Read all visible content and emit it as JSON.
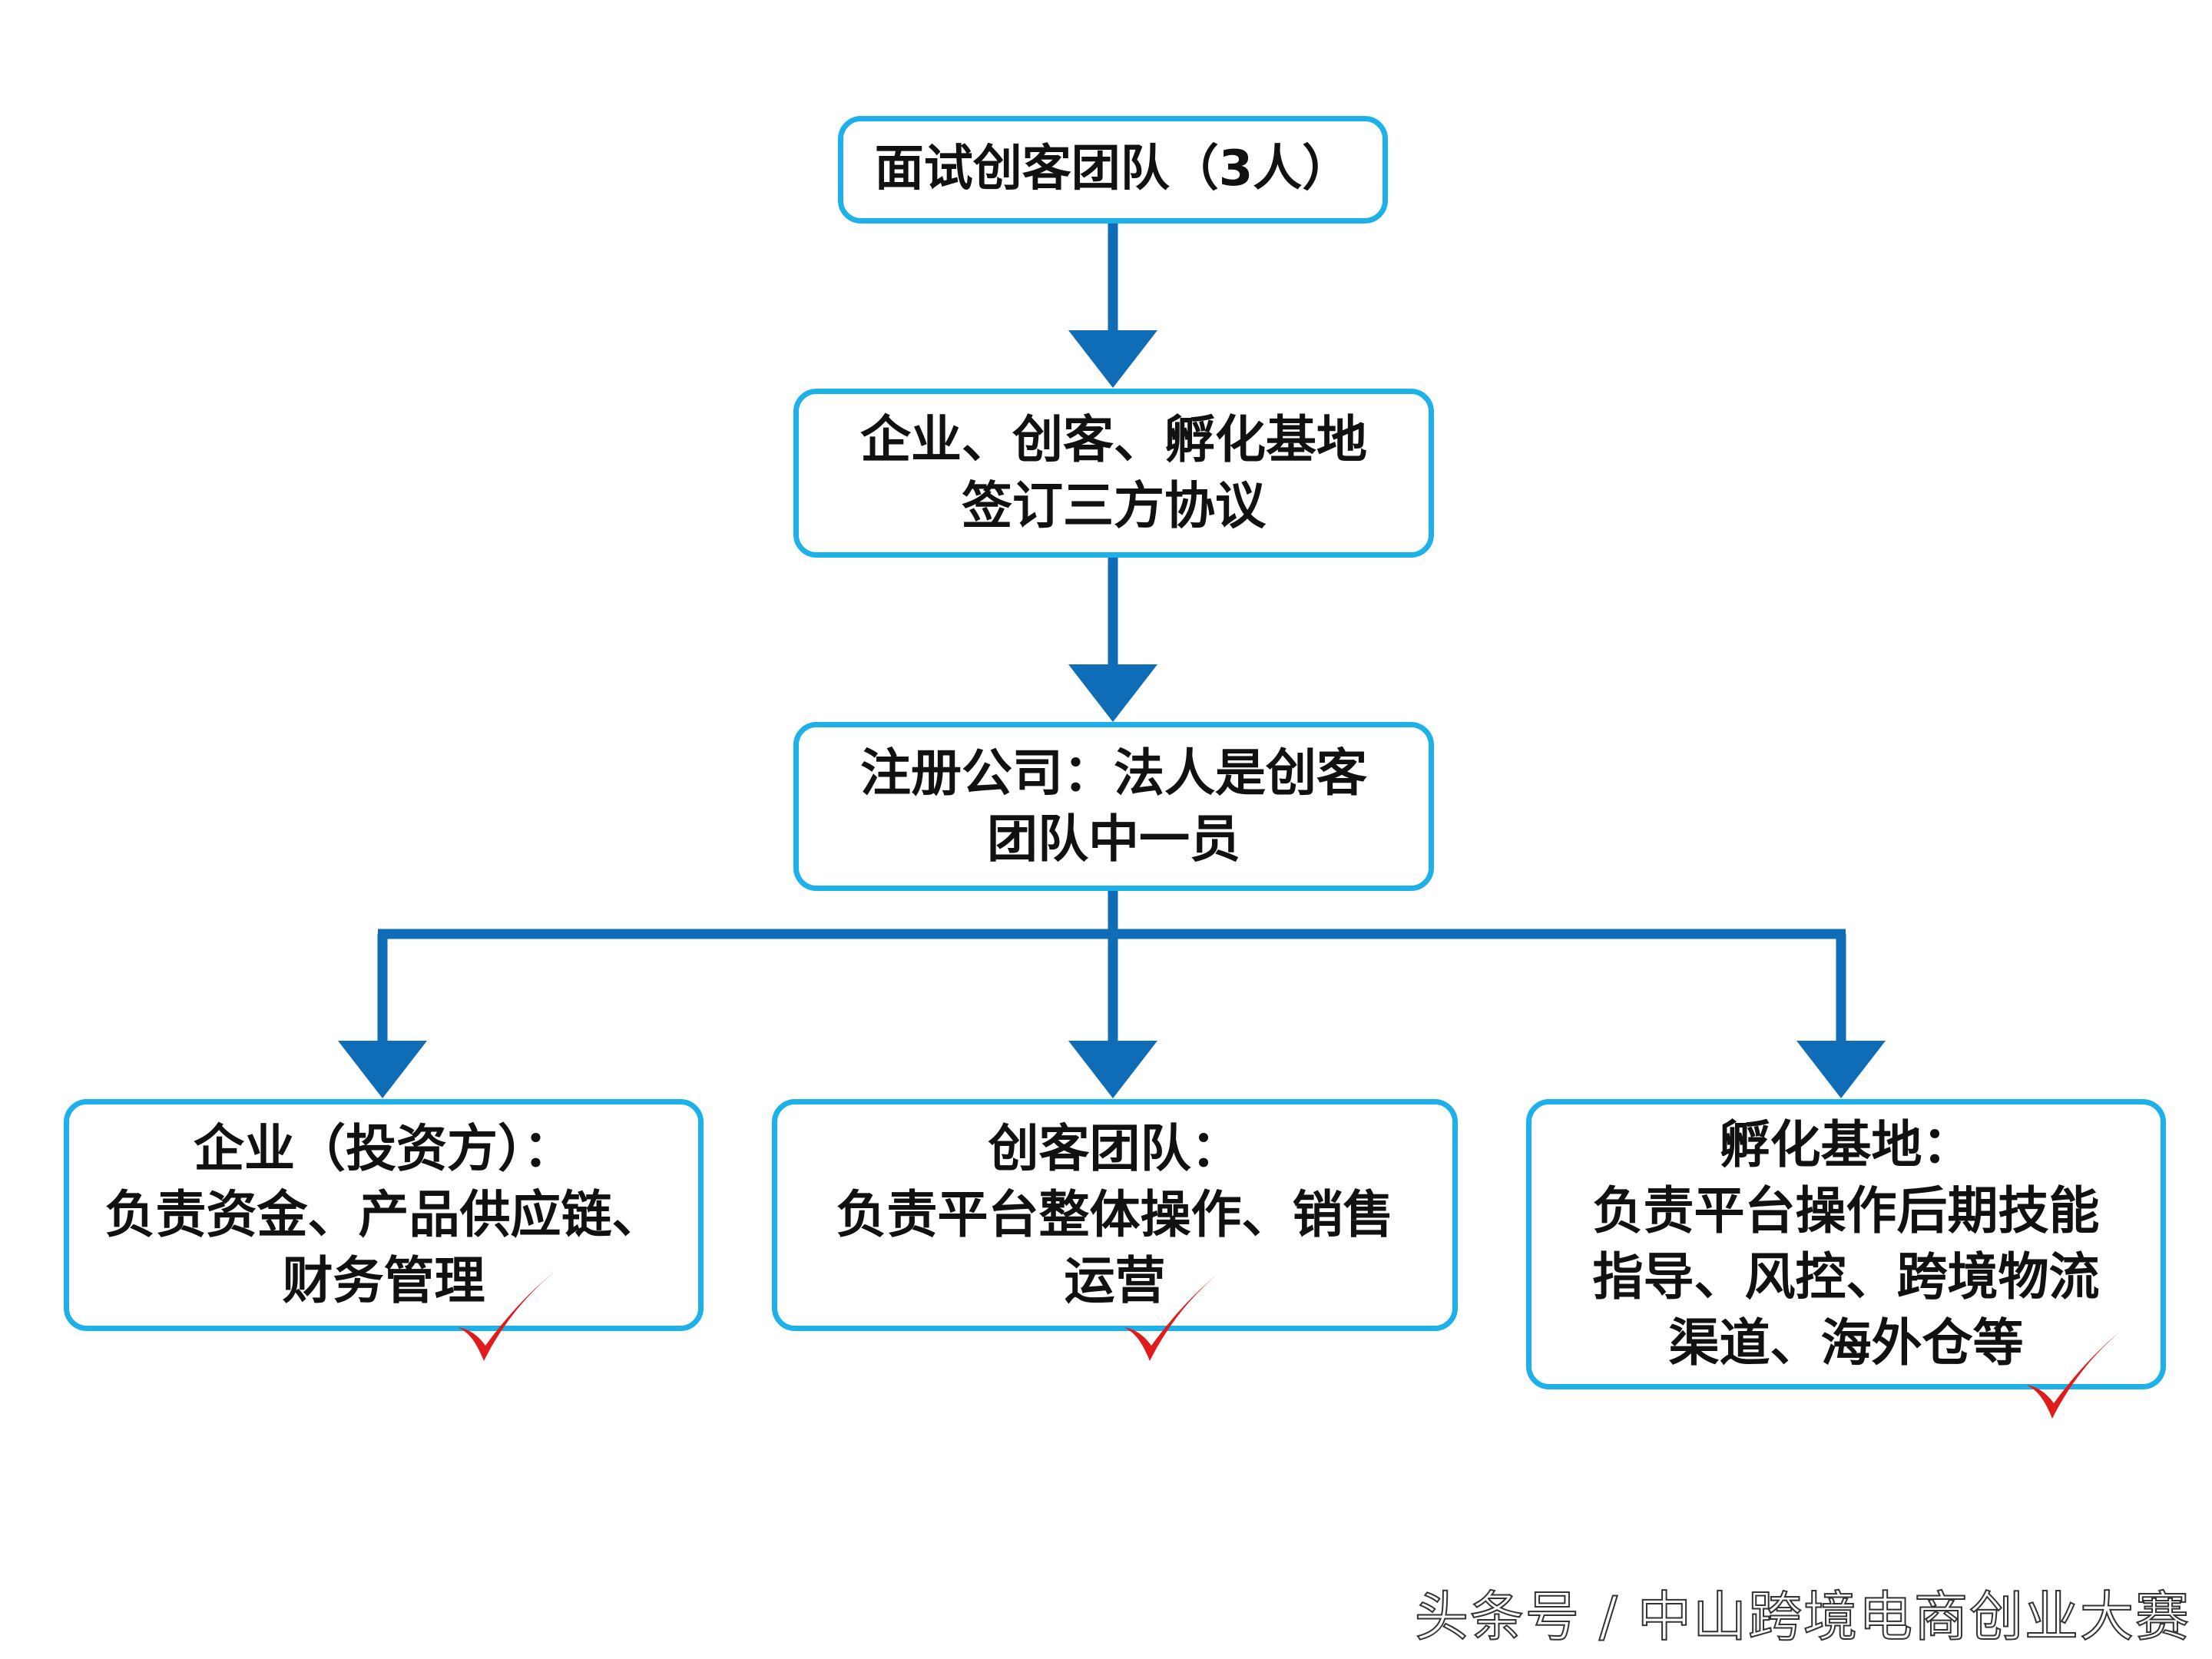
{
  "colors": {
    "node_border": "#1eb0e8",
    "connector": "#0f6db8",
    "check_mark": "#e01b1b",
    "text": "#111111"
  },
  "nodes": [
    {
      "id": "interview",
      "lines": [
        "面试创客团队（3人）"
      ]
    },
    {
      "id": "agreement",
      "lines": [
        "企业、创客、孵化基地",
        "签订三方协议"
      ]
    },
    {
      "id": "register",
      "lines": [
        "注册公司：法人是创客",
        "团队中一员"
      ]
    },
    {
      "id": "enterprise",
      "lines": [
        "企业（投资方）：",
        "负责资金、产品供应链、",
        "财务管理"
      ],
      "checked": true
    },
    {
      "id": "maker-team",
      "lines": [
        "创客团队：",
        "负责平台整体操作、销售",
        "运营"
      ],
      "checked": true
    },
    {
      "id": "incubator",
      "lines": [
        "孵化基地：",
        "负责平台操作后期技能",
        "指导、风控、跨境物流",
        "渠道、海外仓等"
      ],
      "checked": true
    }
  ],
  "edges": [
    {
      "from": "interview",
      "to": "agreement"
    },
    {
      "from": "agreement",
      "to": "register"
    },
    {
      "from": "register",
      "to": "enterprise"
    },
    {
      "from": "register",
      "to": "maker-team"
    },
    {
      "from": "register",
      "to": "incubator"
    }
  ],
  "icons": {
    "arrow": "down-arrow-icon",
    "check": "check-mark-icon"
  },
  "watermark": "头条号 / 中山跨境电商创业大赛"
}
